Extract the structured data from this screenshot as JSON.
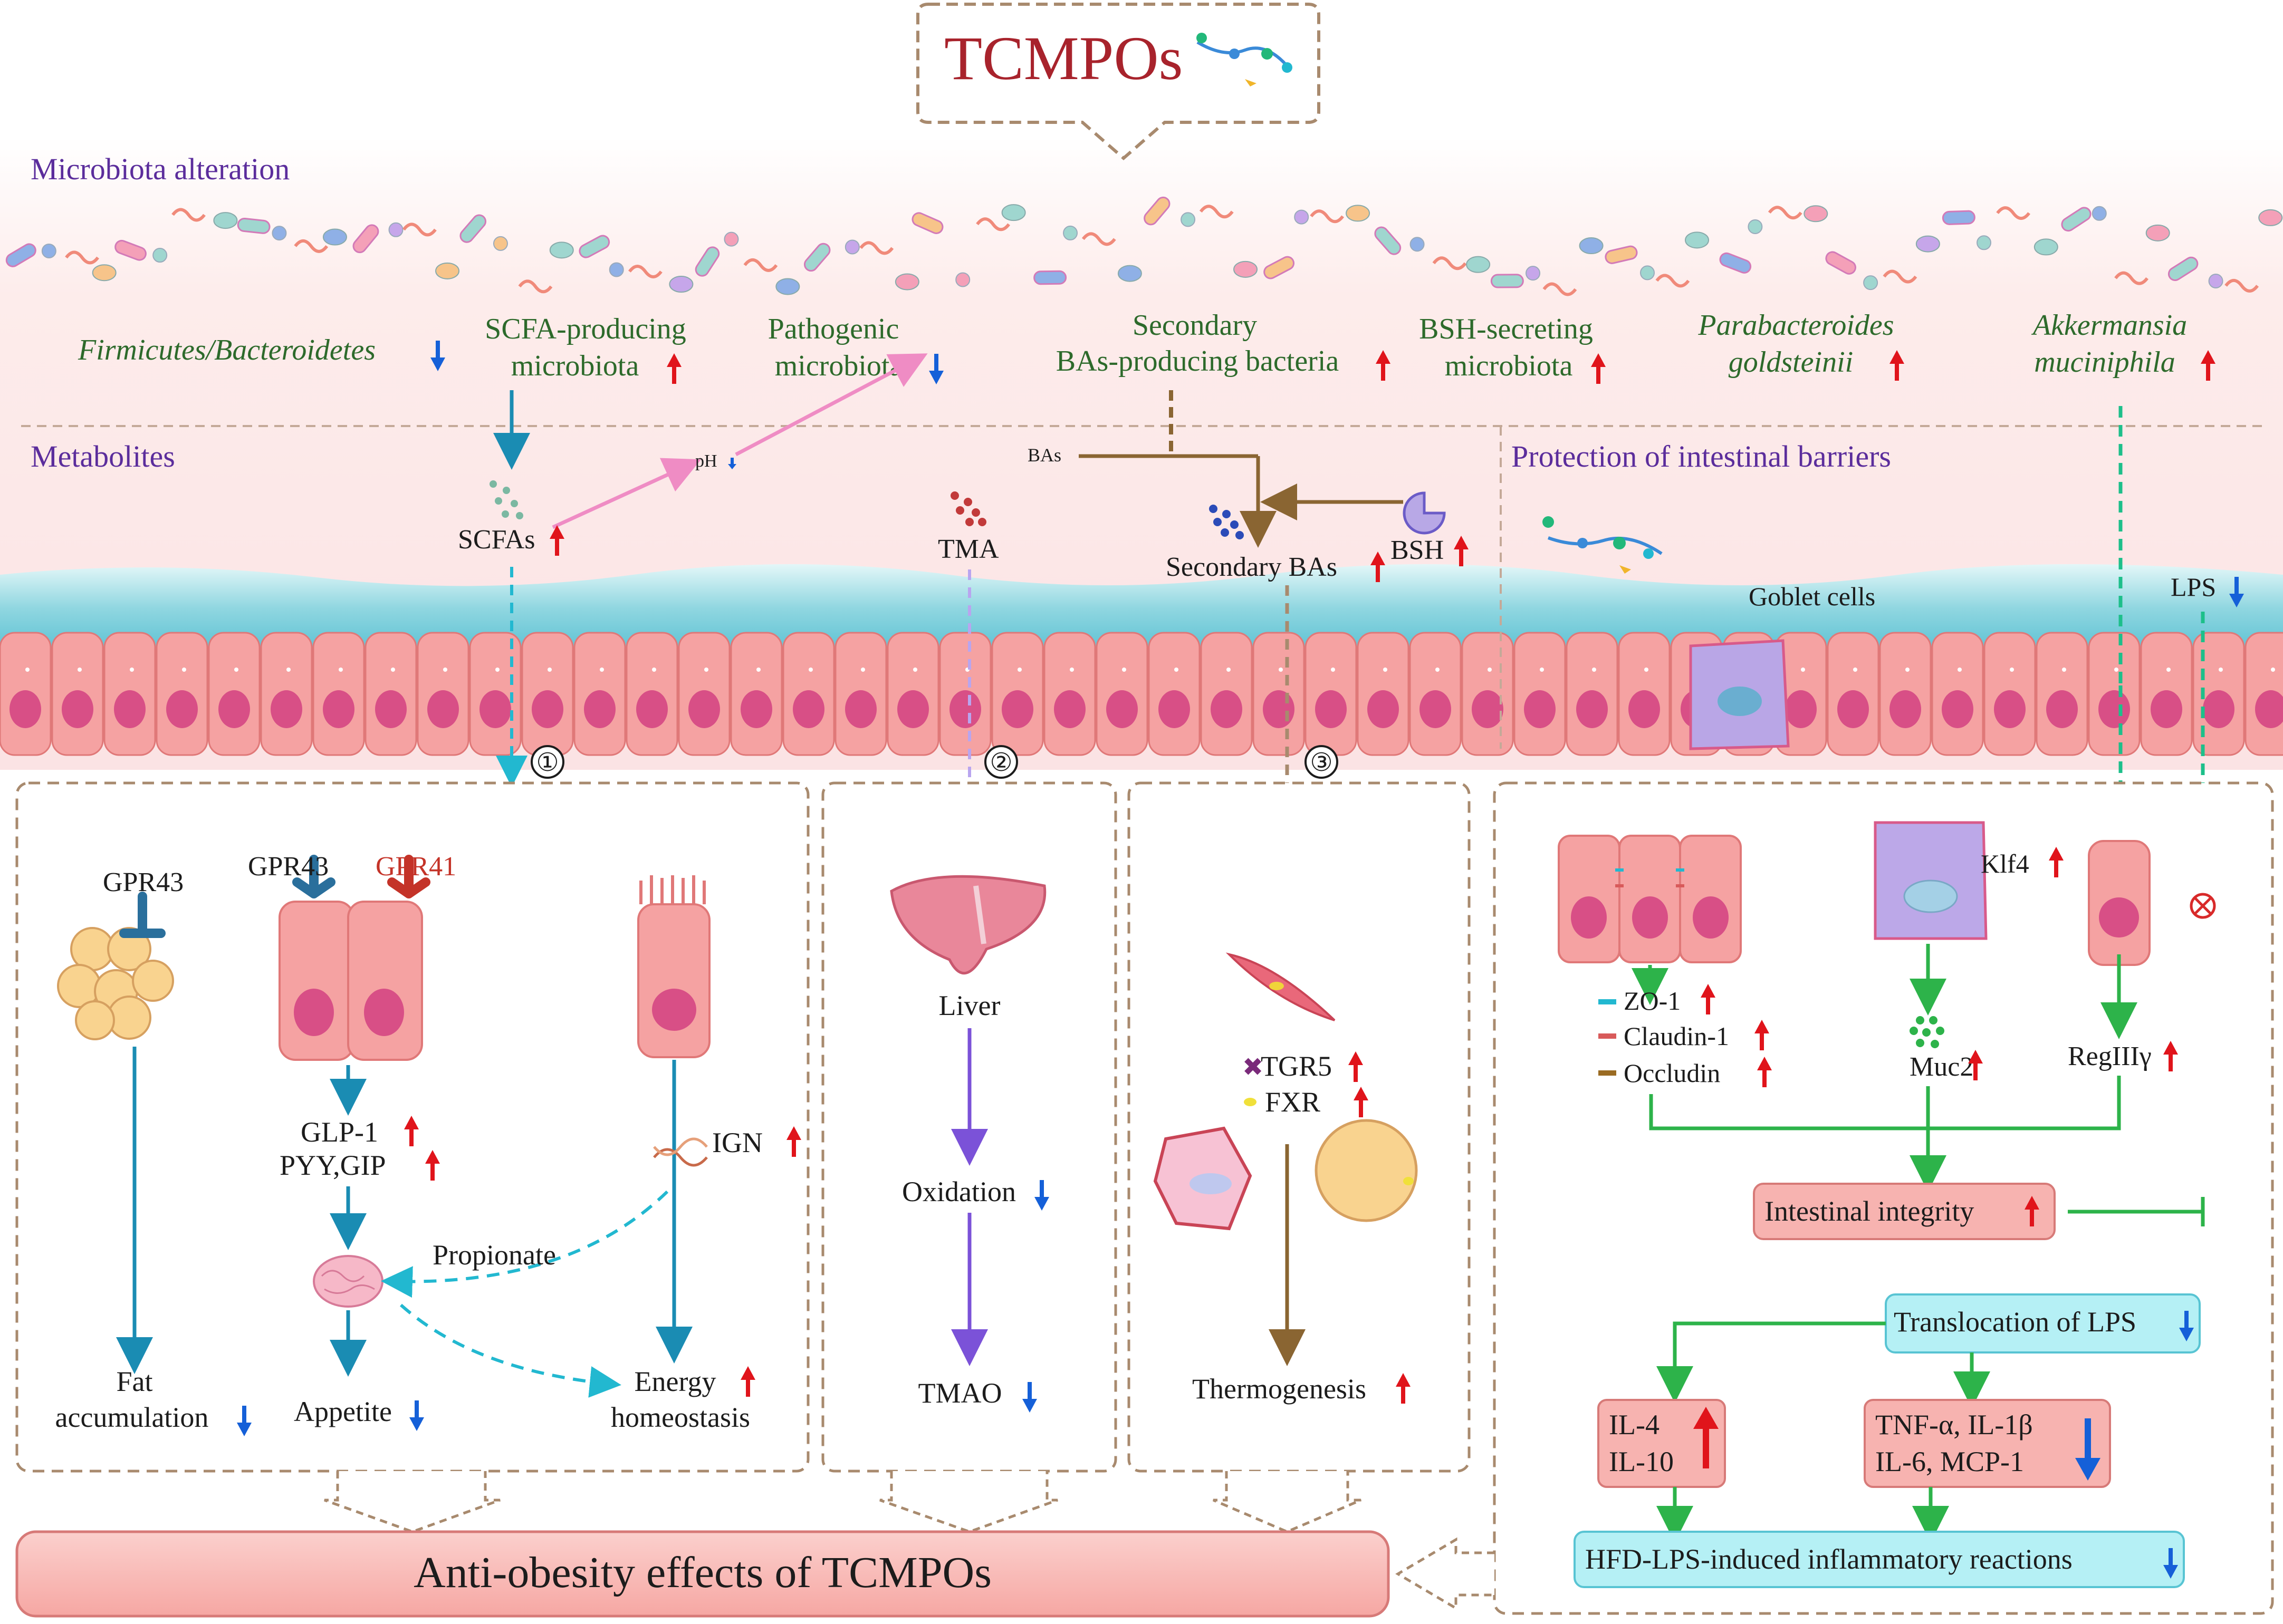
{
  "title": "TCMPOs",
  "sections": {
    "microbiota": "Microbiota alteration",
    "metabolites": "Metabolites",
    "barrier": "Protection of  intestinal barriers"
  },
  "microbes": {
    "firmicutes": "Firmicutes/Bacteroidetes",
    "scfa_1": "SCFA-producing",
    "scfa_2": "microbiota",
    "patho_1": "Pathogenic",
    "patho_2": "microbiota",
    "secba_1": "Secondary",
    "secba_2": "BAs-producing bacteria",
    "bsh_1": "BSH-secreting",
    "bsh_2": "microbiota",
    "parab_1": "Parabacteroides",
    "parab_2": "goldsteinii",
    "akk_1": "Akkermansia",
    "akk_2": "muciniphila"
  },
  "metabolites": {
    "ph": "pH",
    "bas": "BAs",
    "scfas": "SCFAs",
    "tma": "TMA",
    "secondary_bas": "Secondary BAs",
    "bsh": "BSH",
    "goblet": "Goblet cells",
    "lps": "LPS"
  },
  "markers": [
    "①",
    "②",
    "③"
  ],
  "panel1": {
    "gpr43_a": "GPR43",
    "gpr43_b": "GPR43",
    "gpr41": "GPR41",
    "glp1": "GLP-1",
    "pyy": "PYY,GIP",
    "ign": "IGN",
    "propionate": "Propionate",
    "fat_1": "Fat",
    "fat_2": "accumulation",
    "appetite": "Appetite",
    "energy_1": "Energy",
    "energy_2": "homeostasis"
  },
  "panel2": {
    "liver": "Liver",
    "oxidation": "Oxidation",
    "tmao": "TMAO"
  },
  "panel3": {
    "tgr5": "TGR5",
    "fxr": "FXR",
    "thermo": "Thermogenesis"
  },
  "panel4": {
    "klf4": "Klf4",
    "zo1": "ZO-1",
    "claudin": "Claudin-1",
    "occludin": "Occludin",
    "muc2": "Muc2",
    "reg": "RegIIIγ",
    "integrity": "Intestinal integrity",
    "translocation": "Translocation of LPS",
    "il4": "IL-4",
    "il10": "IL-10",
    "tnf": "TNF-α, IL-1β",
    "il6": "IL-6, MCP-1",
    "hfd": "HFD-LPS-induced inflammatory reactions"
  },
  "footer": "Anti-obesity effects of  TCMPOs",
  "colors": {
    "title_red": "#a8232c",
    "label_green": "#2d6a2b",
    "section_purple": "#5b2d9c",
    "arrow_blue": "#1a8cb3",
    "arrow_green": "#2db34a",
    "arrow_purple": "#7b52d8",
    "arrow_brown": "#8a6532",
    "up_red": "#e0141b",
    "down_blue": "#1560d8",
    "box_pink": "#f7b3b0",
    "box_cyan": "#b5f0f5"
  }
}
